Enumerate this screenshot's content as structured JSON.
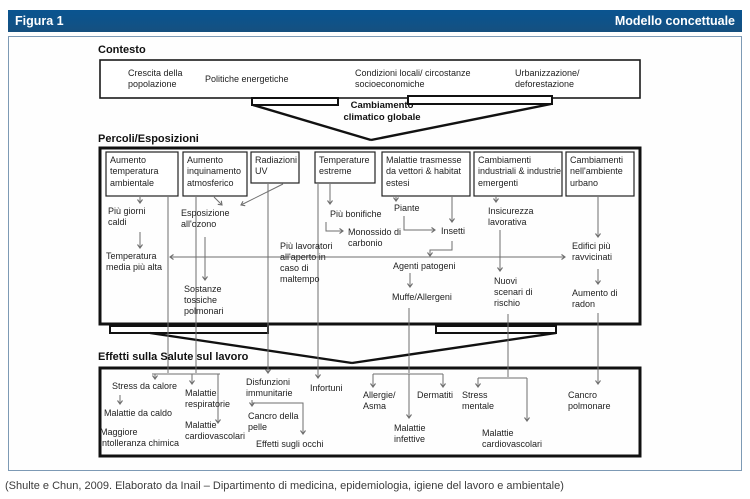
{
  "header": {
    "figure_label": "Figura 1",
    "title": "Modello concettuale"
  },
  "colors": {
    "header_bg": "#0f5288",
    "header_text": "#ffffff",
    "box_border": "#1a1a1a",
    "arrow_line": "#6e6e6e",
    "outer_border": "#7d9ab5"
  },
  "sections": {
    "contesto": "Contesto",
    "pericoli": "Percoli/Esposizioni",
    "effetti": "Effetti sulla Salute sul lavoro"
  },
  "global_arrow_label": "Cambiamento climatico globale",
  "contesto": {
    "items": [
      "Crescita della popolazione",
      "Politiche energetiche",
      "Condizioni locali/ circostanze socioeconomiche",
      "Urbanizzazione/ deforestazione"
    ]
  },
  "pericoli": {
    "boxes": [
      "Aumento temperatura ambientale",
      "Aumento inquinamento atmosferico",
      "Radiazioni UV",
      "Temperature estreme",
      "Malattie trasmesse da vettori & habitat estesi",
      "Cambiamenti industriali & industrie emergenti",
      "Cambiamenti nell'ambiente urbano"
    ],
    "items": {
      "piu_giorni_caldi": "Più giorni caldi",
      "esposizione_ozono": "Esposizione all'ozono",
      "temperatura_media": "Temperatura media più alta",
      "sostanze_tossiche": "Sostanze tossiche polmonari",
      "piu_bonifiche": "Più bonifiche",
      "monossido": "Monossido di carbonio",
      "piu_lavoratori": "Più lavoratori all'aperto in caso di maltempo",
      "piante": "Piante",
      "insetti": "Insetti",
      "agenti_patogeni": "Agenti patogeni",
      "muffe_allergeni": "Muffe/Allergeni",
      "insicurezza": "Insicurezza lavorativa",
      "nuovi_scenari": "Nuovi scenari di rischio",
      "edifici": "Edifici più ravvicinati",
      "radon": "Aumento di radon"
    }
  },
  "effetti": {
    "items": {
      "stress_calore": "Stress da calore",
      "malattie_caldo": "Malattie da caldo",
      "intolleranza": "Maggiore intolleranza chimica",
      "respiratorie": "Malattie respiratorie",
      "cardiovascolari_sx": "Malattie cardiovascolari",
      "disfunzioni": "Disfunzioni immunitarie",
      "cancro_pelle": "Cancro della pelle",
      "effetti_occhi": "Effetti sugli occhi",
      "infortuni": "Infortuni",
      "allergie_asma": "Allergie/ Asma",
      "dermatiti": "Dermatiti",
      "infettive": "Malattie infettive",
      "stress_mentale": "Stress mentale",
      "cardiovascolari_dx": "Malattie cardiovascolari",
      "cancro_polmonare": "Cancro polmonare"
    }
  },
  "caption": "(Shulte e Chun, 2009. Elaborato da Inail – Dipartimento di medicina, epidemiologia, igiene del lavoro e ambientale)"
}
